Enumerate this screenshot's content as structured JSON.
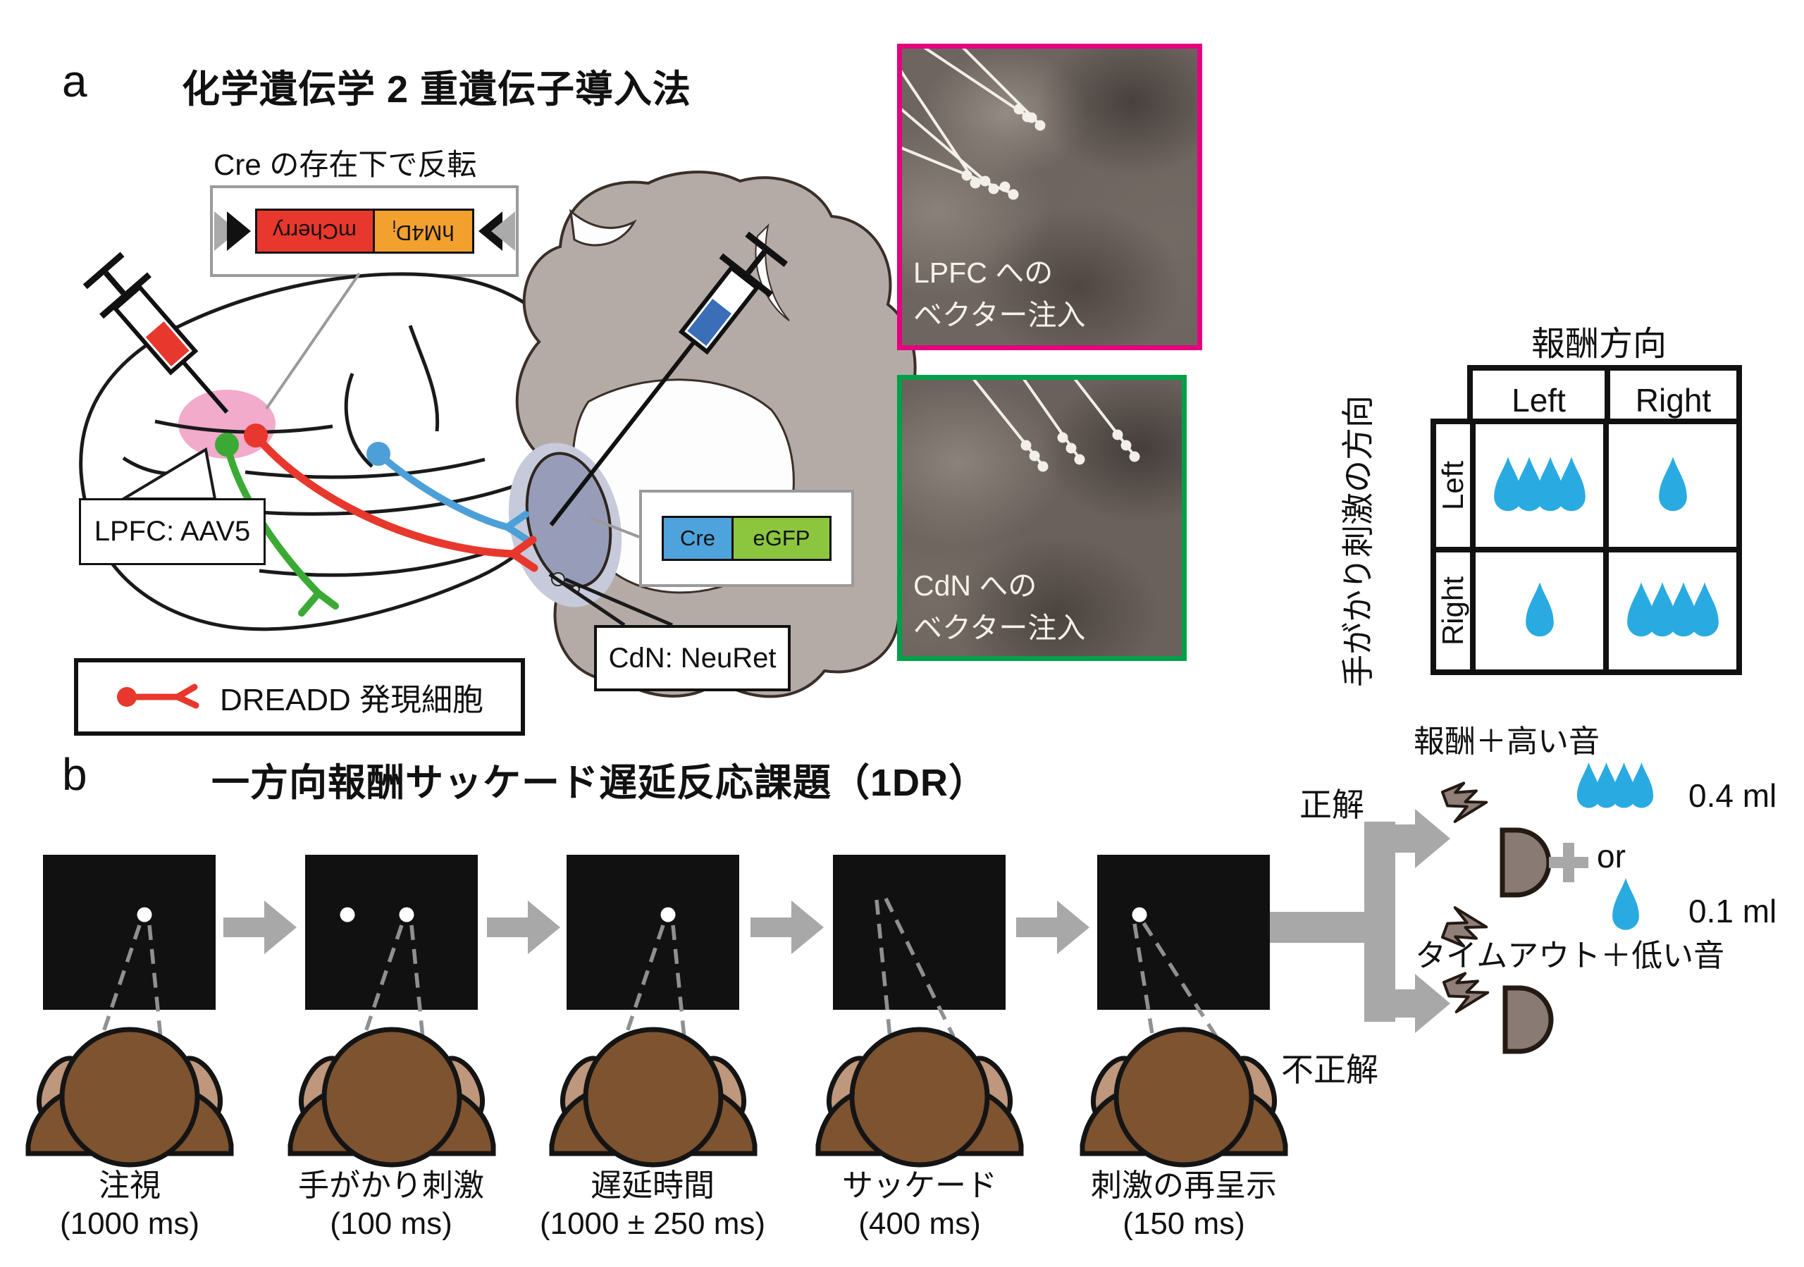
{
  "colors": {
    "droplet": "#29ABE2",
    "mri_border_lpfc": "#E5007E",
    "mri_border_cdn": "#00A04A",
    "mcherry": "#E8372C",
    "hm4di": "#F2A12E",
    "cre": "#4FA3DC",
    "egfp": "#8CC63F",
    "lpfc_region": "#F2ABCB",
    "cdn_region": "#979DB9",
    "arrow_gray": "#A8A8A8"
  },
  "panel_a": {
    "label": "a",
    "title": "化学遺伝学 2 重遺伝子導入法",
    "flex_construct": {
      "caption": "Cre の存在下で反転",
      "gene1": "mCherry",
      "gene2_main": "hM4D",
      "gene2_sub": "i"
    },
    "cre_construct": {
      "gene1": "Cre",
      "gene2": "eGFP"
    },
    "lpfc_label": "LPFC: AAV5",
    "cdn_label": "CdN: NeuRet",
    "dreadd_legend": "DREADD 発現細胞",
    "mri_lpfc": {
      "caption_line1": "LPFC への",
      "caption_line2": "ベクター注入"
    },
    "mri_cdn": {
      "caption_line1": "CdN への",
      "caption_line2": "ベクター注入"
    },
    "reward_table": {
      "title": "報酬方向",
      "col_headers": [
        "Left",
        "Right"
      ],
      "row_axis_label": "手がかり刺激の方向",
      "row_headers": [
        "Left",
        "Right"
      ],
      "cells_droplet_counts": [
        [
          4,
          1
        ],
        [
          1,
          4
        ]
      ]
    }
  },
  "panel_b": {
    "label": "b",
    "title": "一方向報酬サッケード遅延反応課題（1DR）",
    "steps": [
      {
        "name": "注視",
        "duration": "(1000 ms)"
      },
      {
        "name": "手がかり刺激",
        "duration": "(100 ms)"
      },
      {
        "name": "遅延時間",
        "duration": "(1000 ± 250 ms)"
      },
      {
        "name": "サッケード",
        "duration": "(400 ms)"
      },
      {
        "name": "刺激の再呈示",
        "duration": "(150 ms)"
      }
    ],
    "outcomes": {
      "correct_label": "正解",
      "incorrect_label": "不正解",
      "reward_title": "報酬＋高い音",
      "reward_large_drops": 4,
      "reward_large_amount": "0.4 ml",
      "or_label": "or",
      "reward_small_drops": 1,
      "reward_small_amount": "0.1 ml",
      "timeout_title": "タイムアウト＋低い音"
    }
  }
}
